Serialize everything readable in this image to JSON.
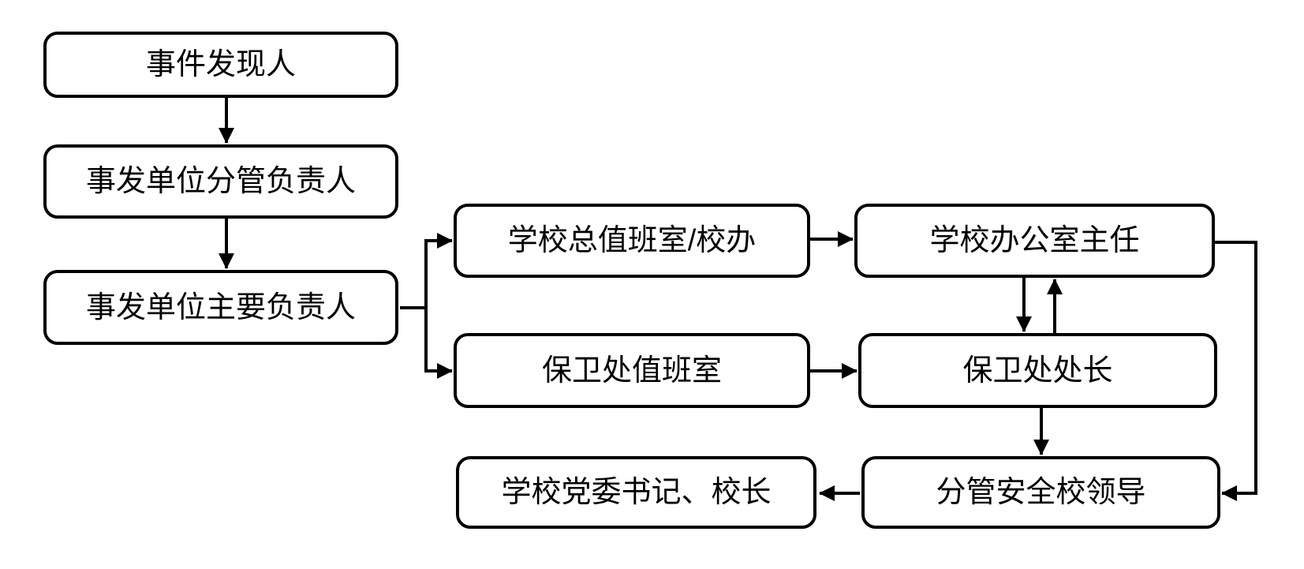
{
  "diagram": {
    "description": "School incident reporting flowchart",
    "nodes": [
      {
        "id": "incident-discoverer",
        "label": "事件发现人"
      },
      {
        "id": "unit-deputy-leader",
        "label": "事发单位分管负责人"
      },
      {
        "id": "unit-main-leader",
        "label": "事发单位主要负责人"
      },
      {
        "id": "school-duty-office",
        "label": "学校总值班室/校办"
      },
      {
        "id": "school-office-director",
        "label": "学校办公室主任"
      },
      {
        "id": "security-duty-room",
        "label": "保卫处值班室"
      },
      {
        "id": "security-director",
        "label": "保卫处处长"
      },
      {
        "id": "party-secretary-principal",
        "label": "学校党委书记、校长"
      },
      {
        "id": "safety-vice-leader",
        "label": "分管安全校领导"
      }
    ],
    "edges": [
      {
        "from": "incident-discoverer",
        "to": "unit-deputy-leader",
        "type": "arrow"
      },
      {
        "from": "unit-deputy-leader",
        "to": "unit-main-leader",
        "type": "arrow"
      },
      {
        "from": "unit-main-leader",
        "to": "school-duty-office",
        "type": "arrow"
      },
      {
        "from": "unit-main-leader",
        "to": "security-duty-room",
        "type": "arrow"
      },
      {
        "from": "school-duty-office",
        "to": "school-office-director",
        "type": "arrow"
      },
      {
        "from": "security-duty-room",
        "to": "security-director",
        "type": "arrow"
      },
      {
        "from": "school-office-director",
        "to": "security-director",
        "type": "arrow"
      },
      {
        "from": "security-director",
        "to": "school-office-director",
        "type": "arrow"
      },
      {
        "from": "security-director",
        "to": "safety-vice-leader",
        "type": "arrow"
      },
      {
        "from": "school-office-director",
        "to": "safety-vice-leader",
        "type": "arrow-routed-right"
      },
      {
        "from": "safety-vice-leader",
        "to": "party-secretary-principal",
        "type": "arrow"
      }
    ]
  },
  "colors": {
    "line": "#000000",
    "box_border": "#000000",
    "box_fill": "#ffffff",
    "background": "#ffffff",
    "text": "#000000"
  }
}
